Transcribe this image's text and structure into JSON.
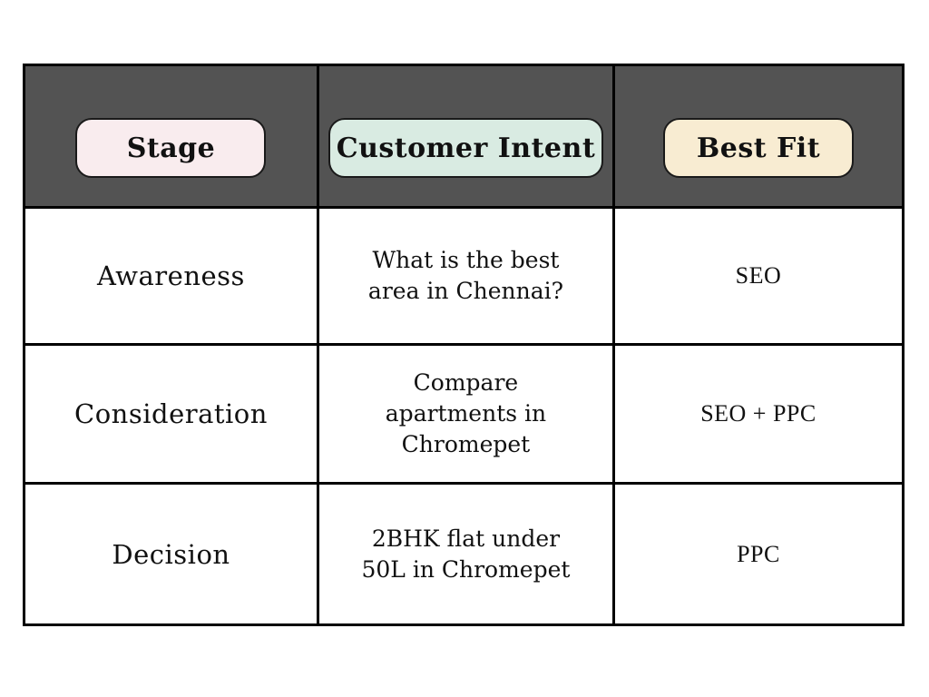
{
  "colors": {
    "page_background": "#ffffff",
    "header_background": "#535353",
    "table_border": "#000000",
    "text": "#111111",
    "stage_pill": "#f9ecee",
    "intent_pill": "#d9ebe2",
    "fit_pill": "#f8ecd2"
  },
  "header": {
    "columns": [
      {
        "label": "Stage",
        "pill_color": "#f9ecee"
      },
      {
        "label": "Customer Intent",
        "pill_color": "#d9ebe2"
      },
      {
        "label": "Best Fit",
        "pill_color": "#f8ecd2"
      }
    ]
  },
  "rows": [
    {
      "stage": "Awareness",
      "intent": "What is the best\narea in Chennai?",
      "best_fit": "SEO"
    },
    {
      "stage": "Consideration",
      "intent": "Compare\napartments in\nChromepet",
      "best_fit": "SEO + PPC"
    },
    {
      "stage": "Decision",
      "intent": "2BHK flat under\n50L in Chromepet",
      "best_fit": "PPC"
    }
  ],
  "chart_data": {
    "type": "table",
    "columns": [
      "Stage",
      "Customer Intent",
      "Best Fit"
    ],
    "rows": [
      [
        "Awareness",
        "What is the best area in Chennai?",
        "SEO"
      ],
      [
        "Consideration",
        "Compare apartments in Chromepet",
        "SEO + PPC"
      ],
      [
        "Decision",
        "2BHK flat under 50L in Chromepet",
        "PPC"
      ]
    ]
  }
}
